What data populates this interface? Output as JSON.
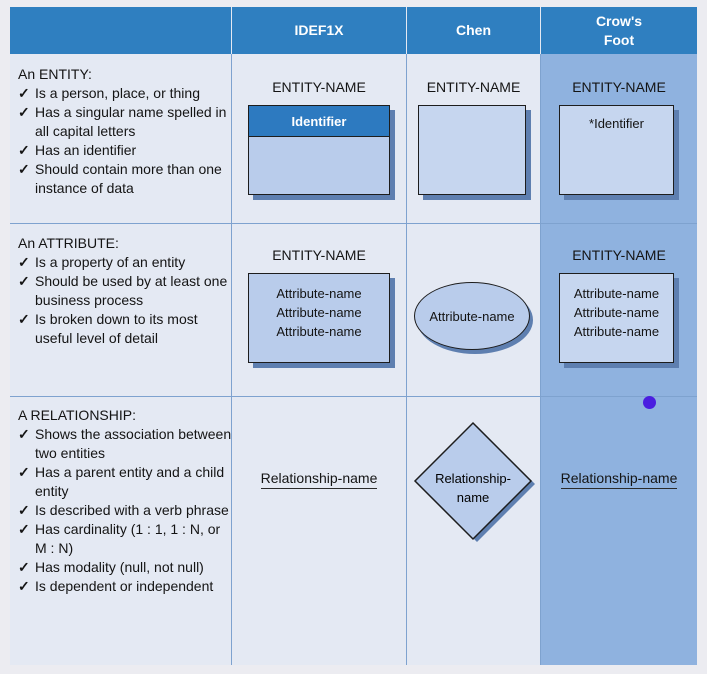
{
  "headers": {
    "idef1x": "IDEF1X",
    "chen": "Chen",
    "crows_foot": "Crow's\nFoot"
  },
  "rows": {
    "entity": {
      "title": "An ENTITY:",
      "bullets": [
        "Is a person, place, or thing",
        "Has a singular name spelled in all capital letters",
        "Has an identifier",
        "Should contain more than one instance of data"
      ],
      "idef1x": {
        "name": "ENTITY-NAME",
        "identifier": "Identifier"
      },
      "chen": {
        "name": "ENTITY-NAME"
      },
      "crows_foot": {
        "name": "ENTITY-NAME",
        "identifier": "*Identifier"
      }
    },
    "attribute": {
      "title": "An ATTRIBUTE:",
      "bullets": [
        "Is a property of an entity",
        "Should be used by at least one business process",
        "Is broken down to its most useful level of detail"
      ],
      "idef1x": {
        "name": "ENTITY-NAME",
        "attributes": [
          "Attribute-name",
          "Attribute-name",
          "Attribute-name"
        ]
      },
      "chen": {
        "name": "Attribute-name"
      },
      "crows_foot": {
        "name": "ENTITY-NAME",
        "attributes": [
          "Attribute-name",
          "Attribute-name",
          "Attribute-name"
        ]
      }
    },
    "relationship": {
      "title": "A RELATIONSHIP:",
      "bullets": [
        "Shows the association between two entities",
        "Has a parent entity and a child entity",
        "Is described with a verb phrase",
        "Has cardinality (1 : 1, 1 : N, or M : N)",
        "Has modality (null, not null)",
        "Is dependent or independent"
      ],
      "idef1x": {
        "name": "Relationship-name"
      },
      "chen": {
        "name_line1": "Relationship-",
        "name_line2": "name"
      },
      "crows_foot": {
        "name": "Relationship-name"
      }
    }
  },
  "colors": {
    "header": "#2f7fc0",
    "crows_foot_column": "#8fb2df",
    "box_fill": "#b9cceb",
    "identifier_strip": "#2d7ac0",
    "cursor_dot": "#4a1ee0"
  }
}
